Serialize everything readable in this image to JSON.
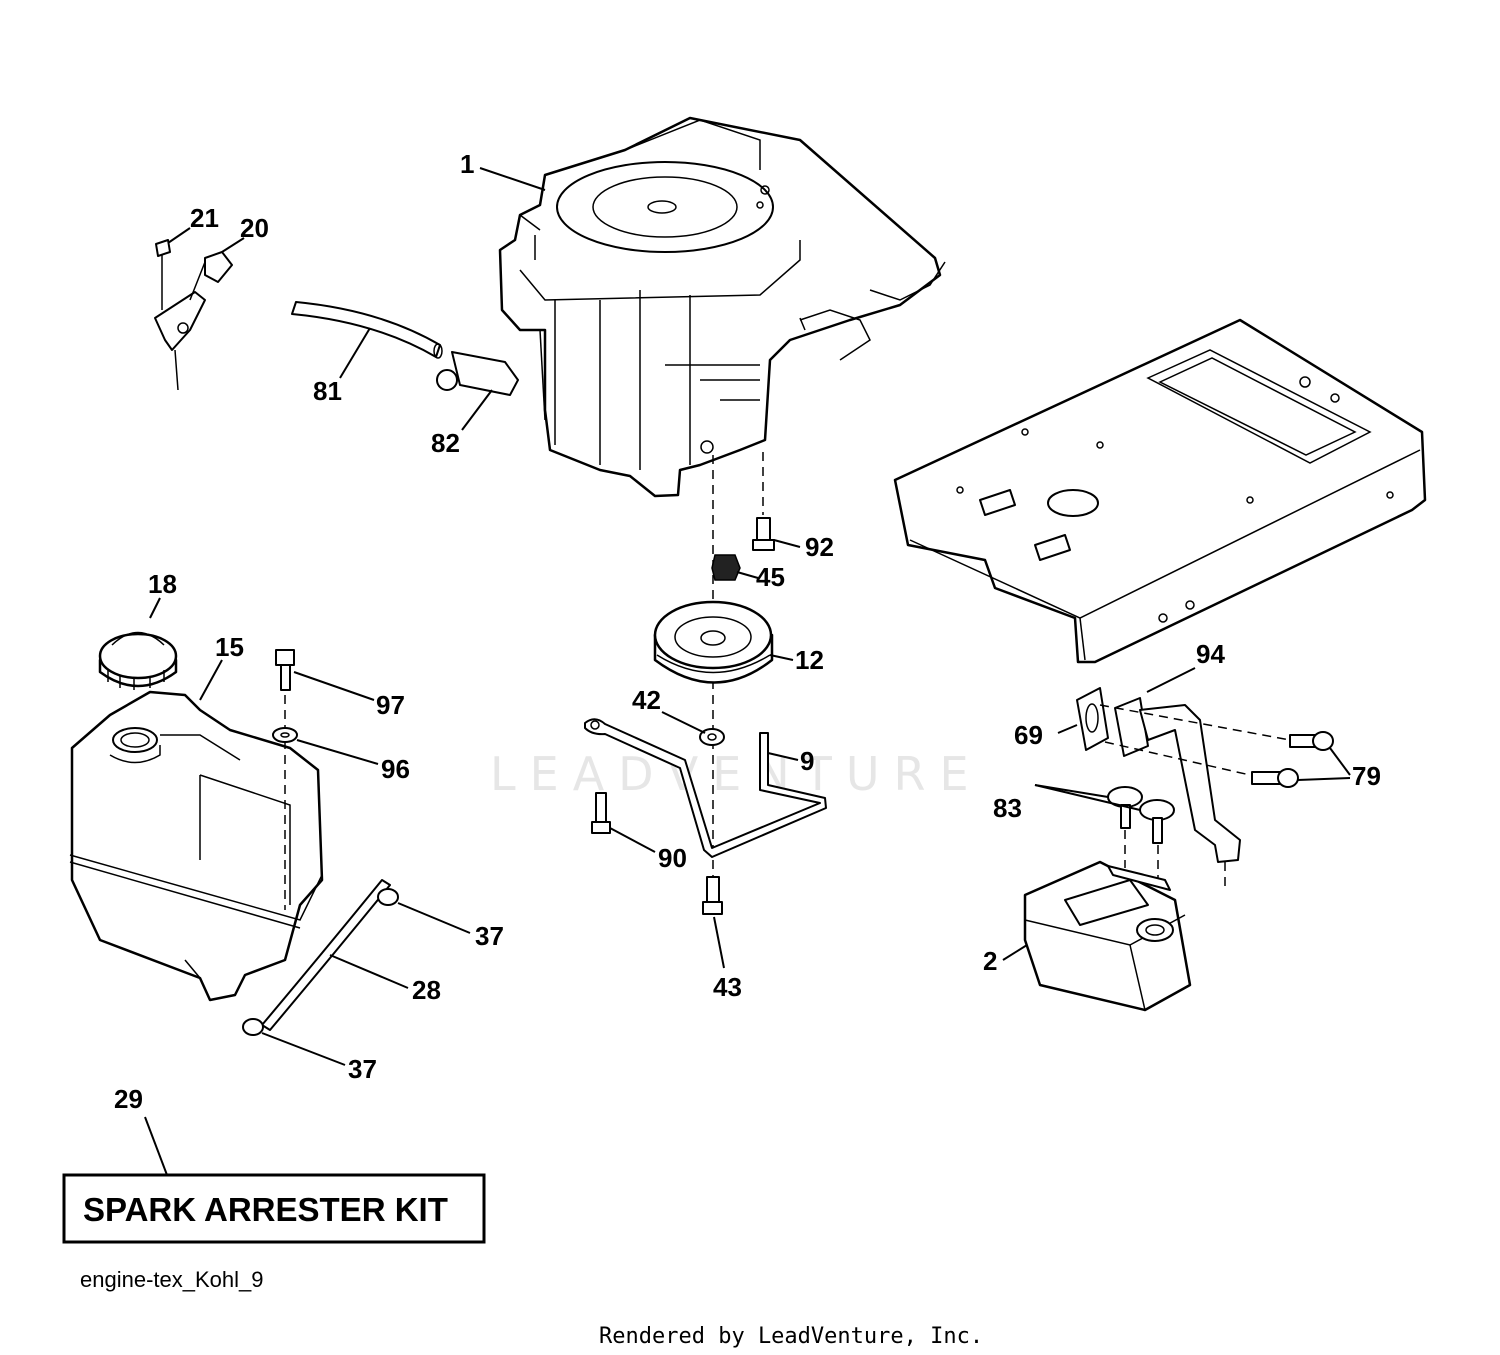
{
  "watermark": "LEADVENTURE",
  "diagram_code": "engine-tex_Kohl_9",
  "footer": "Rendered by LeadVenture, Inc.",
  "kit_box": {
    "label": "SPARK ARRESTER KIT"
  },
  "labels": {
    "p1": "1",
    "p21": "21",
    "p20": "20",
    "p81": "81",
    "p82": "82",
    "p92": "92",
    "p45": "45",
    "p12": "12",
    "p18": "18",
    "p15": "15",
    "p97": "97",
    "p96": "96",
    "p42": "42",
    "p9": "9",
    "p90": "90",
    "p43": "43",
    "p37a": "37",
    "p28": "28",
    "p37b": "37",
    "p29": "29",
    "p94": "94",
    "p69": "69",
    "p79": "79",
    "p83": "83",
    "p2": "2"
  }
}
